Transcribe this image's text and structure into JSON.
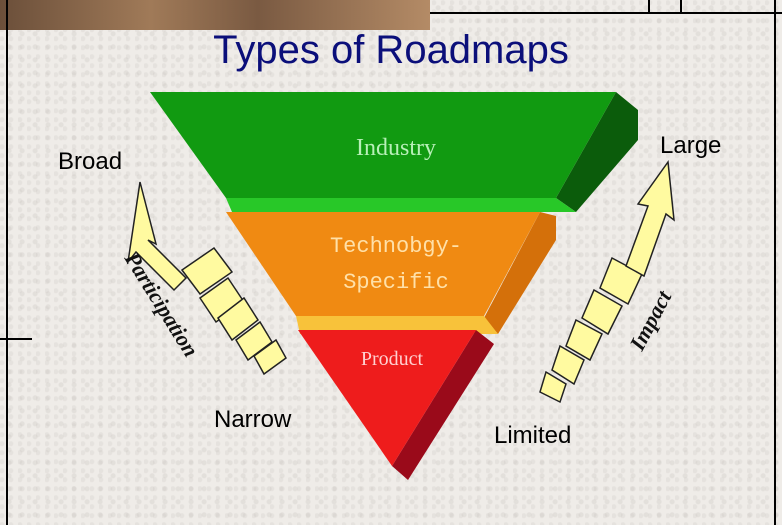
{
  "title": "Types of Roadmaps",
  "layers": {
    "industry": "Industry",
    "technology_line1": "Technobgy-",
    "technology_line2": "Specific",
    "product": "Product"
  },
  "left_axis": {
    "top_label": "Broad",
    "bottom_label": "Narrow",
    "arrow_label": "Participation"
  },
  "right_axis": {
    "top_label": "Large",
    "bottom_label": "Limited",
    "arrow_label": "Impact"
  },
  "colors": {
    "industry": "#119a11",
    "technology": "#f08a12",
    "product": "#ee1c1c",
    "arrow": "#fffaa0",
    "title": "#0b0f7a"
  }
}
